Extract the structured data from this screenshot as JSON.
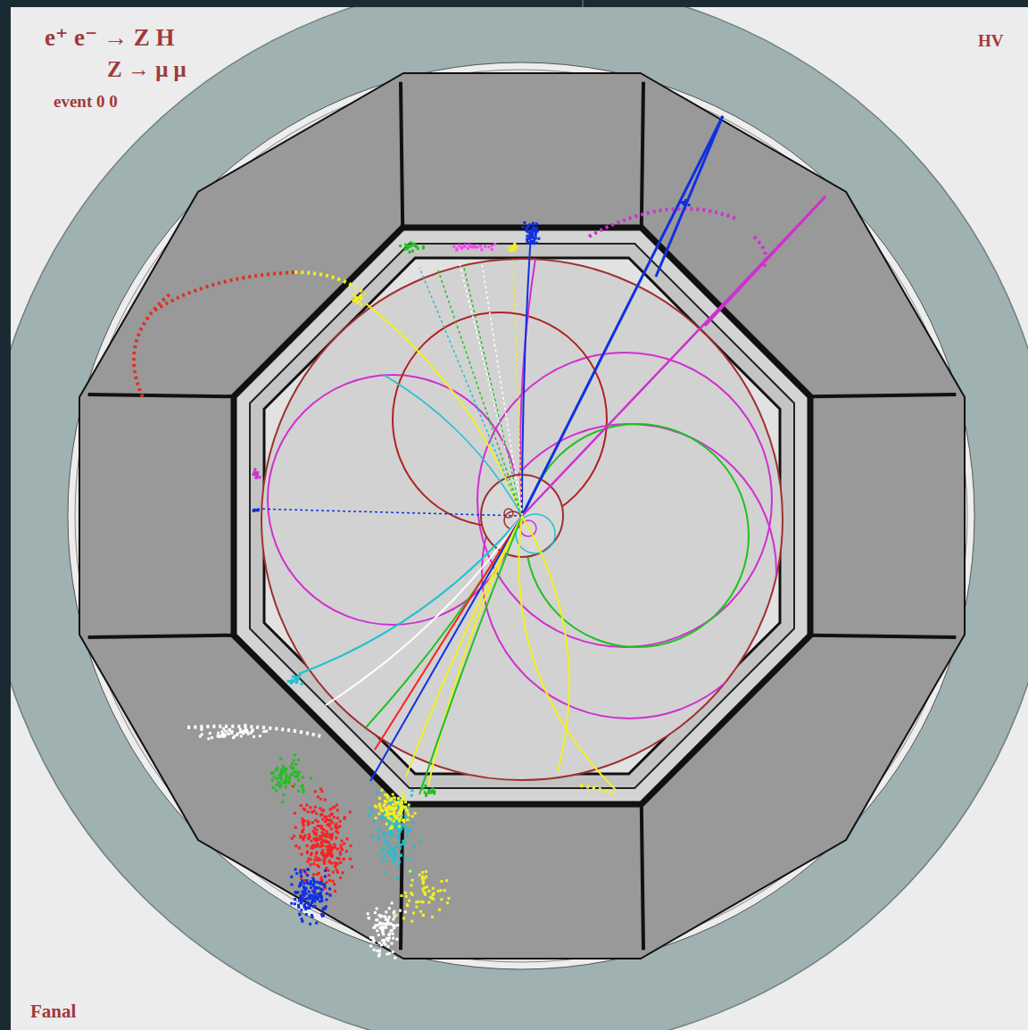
{
  "diagram": {
    "labels": [
      "e⁺ e⁻ → Z H",
      "Z → μ μ",
      "event 0 0",
      "HV",
      "Fanal"
    ]
  }
}
